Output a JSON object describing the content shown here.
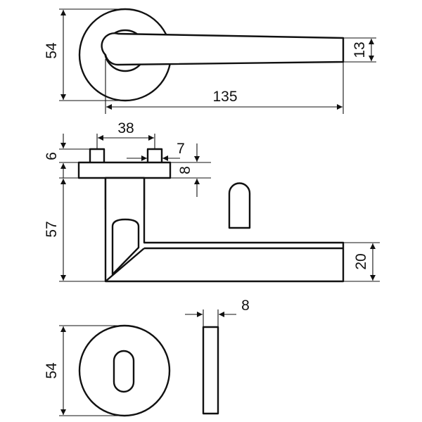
{
  "diagram": {
    "dimensions": {
      "rose_diameter_top": "54",
      "lever_thickness": "13",
      "lever_length": "135",
      "pin_spacing": "38",
      "pin_height": "6",
      "pin_width": "7",
      "plate_thickness": "8",
      "lever_height": "57",
      "lever_depth": "20",
      "escutcheon_thickness": "8",
      "escutcheon_diameter": "54"
    }
  }
}
